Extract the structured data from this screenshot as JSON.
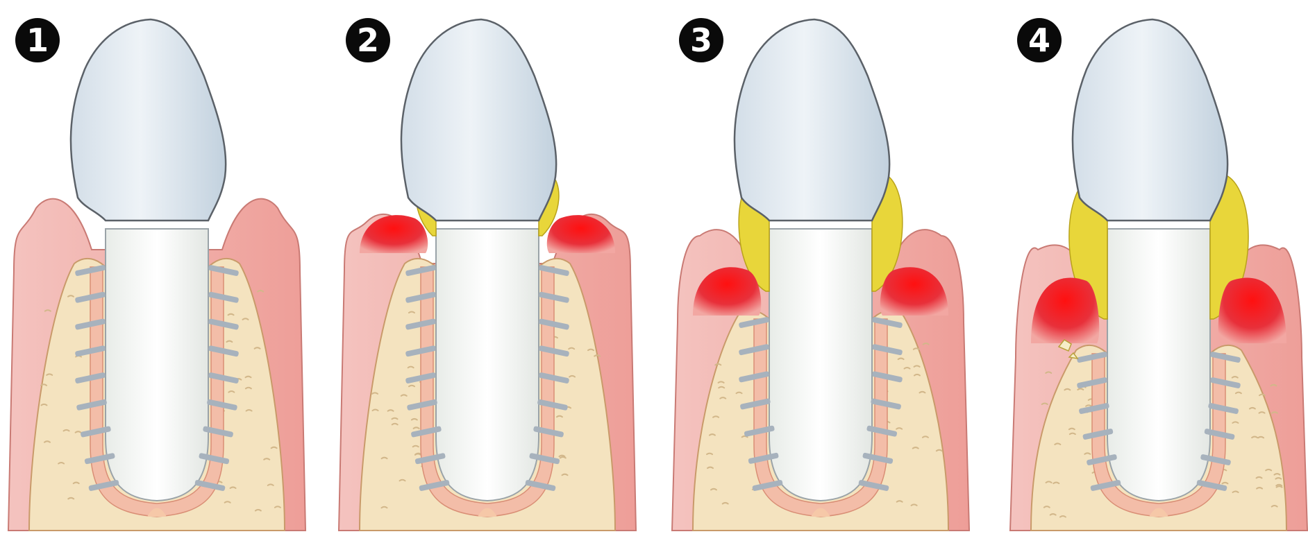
{
  "stages": [
    {
      "number": "1",
      "plaque": "none",
      "inflammation": "none",
      "bone_loss": "none",
      "ligament_fibers": 9
    },
    {
      "number": "2",
      "plaque": "light",
      "inflammation": "mild",
      "bone_loss": "none",
      "ligament_fibers": 9
    },
    {
      "number": "3",
      "plaque": "moderate",
      "inflammation": "moderate",
      "bone_loss": "moderate",
      "ligament_fibers": 7
    },
    {
      "number": "4",
      "plaque": "heavy",
      "inflammation": "severe",
      "bone_loss": "severe",
      "ligament_fibers": 6
    }
  ],
  "colors": {
    "enamel": "#e4ecf3",
    "enamel_shade": "#c9d7e3",
    "root": "#f7f8f6",
    "gum": "#f2b4b0",
    "gum_inflamed": "#e8202a",
    "bone": "#f4e3bf",
    "bone_speck": "#d2b78a",
    "plaque": "#e8d63a",
    "ligament": "#a7b2bd",
    "badge": "#0a0a0a"
  }
}
